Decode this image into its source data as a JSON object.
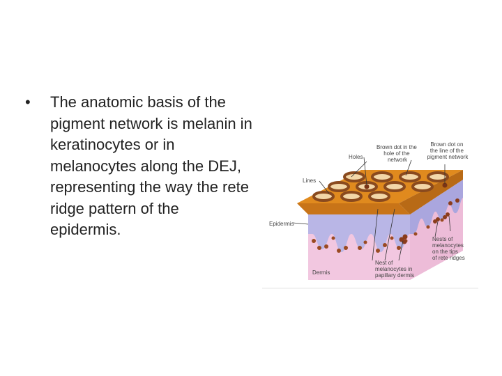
{
  "slide": {
    "bullet": "•",
    "text": "The anatomic basis of the pigment network is melanin in keratinocytes or in melanocytes along the DEJ, representing the way the rete ridge pattern of the epidermis."
  },
  "figure": {
    "labels": {
      "brown_dot_hole": [
        "Brown dot in the",
        "hole of the",
        "network"
      ],
      "brown_dot_line": [
        "Brown dot on",
        "the line of the",
        "pigment network"
      ],
      "holes": "Holes",
      "lines": "Lines",
      "epidermis": "Epidermis",
      "nests_tips": [
        "Nests of",
        "melanocytes",
        "on the tips",
        "of rete ridges"
      ],
      "nest_papillary": [
        "Nest of",
        "melanocytes in",
        "papillary dermis"
      ],
      "dermis": "Dermis"
    },
    "colors": {
      "top_surface": "#e08a1e",
      "ring": "#8a4a1e",
      "hole": "#f3d7a8",
      "epidermis": "#b9b6e6",
      "dermis": "#f2c7e0",
      "melanocyte": "#9a4a22",
      "leader": "#333333"
    }
  }
}
